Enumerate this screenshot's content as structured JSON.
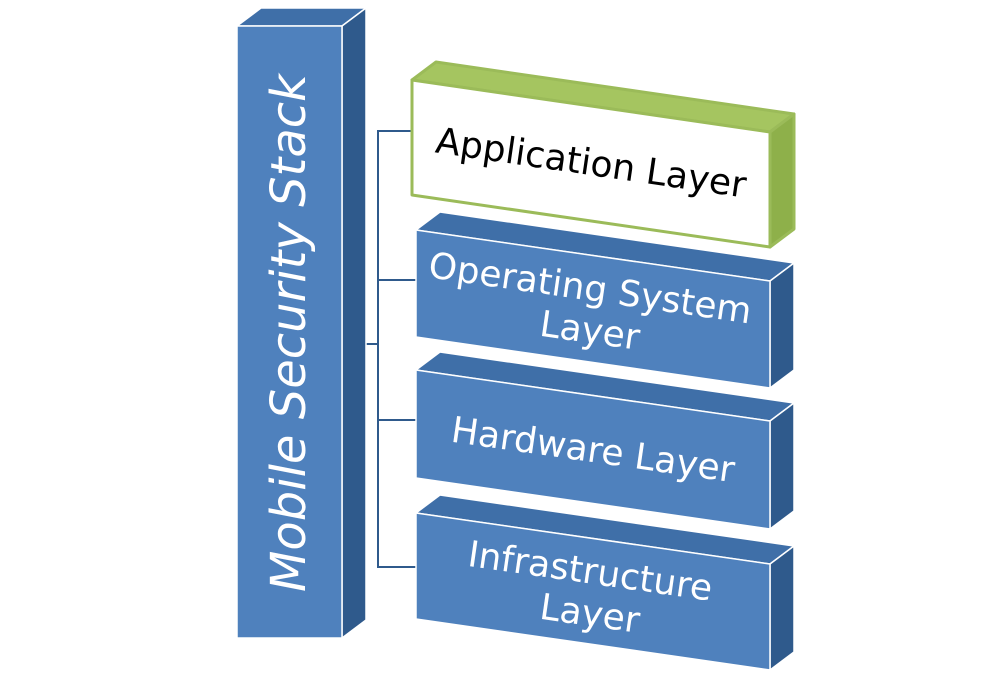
{
  "root": {
    "label": "Mobile Security Stack"
  },
  "layers": [
    {
      "id": "application",
      "lines": [
        "Application Layer"
      ],
      "highlighted": true
    },
    {
      "id": "operating-system",
      "lines": [
        "Operating System",
        "Layer"
      ],
      "highlighted": false
    },
    {
      "id": "hardware",
      "lines": [
        "Hardware Layer"
      ],
      "highlighted": false
    },
    {
      "id": "infrastructure",
      "lines": [
        "Infrastructure",
        "Layer"
      ],
      "highlighted": false
    }
  ],
  "colors": {
    "blue_front": "#4f81bd",
    "blue_top": "#3f6fa8",
    "blue_side": "#2f5a8c",
    "blue_outline": "#ffffff",
    "highlight_border": "#9bbb59",
    "highlight_top": "#a5c560",
    "highlight_side": "#8eb04a",
    "highlight_front": "#ffffff",
    "connector": "#2f5a8c",
    "text_light": "#ffffff",
    "text_dark": "#000000"
  }
}
